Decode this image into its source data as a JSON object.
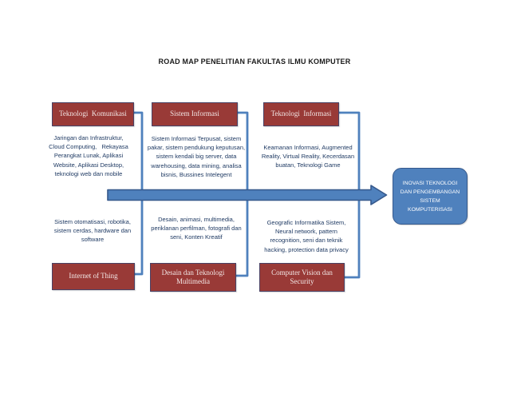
{
  "title": "ROAD MAP PENELITIAN FAKULTAS ILMU KOMPUTER",
  "goal_box": {
    "lines": [
      "INOVASI TEKNOLOGI",
      "DAN PENGEMBANGAN",
      "SISTEM",
      "KOMPUTERISASI"
    ]
  },
  "columns": [
    {
      "top_box_label": "Teknologi  Komunikasi",
      "top_description": [
        "Jaringan dan Infrastruktur,",
        "Cloud Computing,   Rekayasa",
        "Perangkat Lunak, Aplikasi",
        "Website, Aplikasi Desktop,",
        "teknologi web dan mobile"
      ],
      "bottom_description": [
        "Sistem otomatisasi, robotika,",
        "sistem cerdas, hardware dan",
        "software"
      ],
      "bottom_box_label": [
        "Internet of Thing"
      ]
    },
    {
      "top_box_label": "Sistem Informasi",
      "top_description": [
        "Sistem Informasi Terpusat, sistem",
        "pakar, sistem pendukung keputusan,",
        "sistem kendali big server, data",
        "warehousing, data mining, analisa",
        "bisnis, Bussines Intelegent"
      ],
      "bottom_description": [
        "Desain, animasi, multimedia,",
        "periklanan perfilman, fotografi dan",
        "seni, Konten Kreatif"
      ],
      "bottom_box_label": [
        "Desain dan Teknologi",
        "Multimedia"
      ]
    },
    {
      "top_box_label": "Teknologi  Informasi",
      "top_description": [
        "Keamanan Informasi, Augmented",
        "Reality, Virtual Reality, Kecerdasan",
        "buatan, Teknologi Game"
      ],
      "bottom_description": [
        "Geografic Informatika Sistem,",
        "Neural network, pattern",
        "recognition, seni dan teknik",
        "hacking, protection data privacy"
      ],
      "bottom_box_label": [
        "Computer Vision dan",
        "Security"
      ]
    }
  ],
  "colors": {
    "red_fill": "#993A37",
    "red_border": "#4A4265",
    "blue_fill": "#4F81BD",
    "blue_border": "#36598C",
    "connector": "#4F81BD",
    "paragraph_text": "#1F3A63",
    "box_label_text": "#F2E7E6",
    "title_text": "#1A1A1A",
    "background": "#FFFFFF"
  }
}
